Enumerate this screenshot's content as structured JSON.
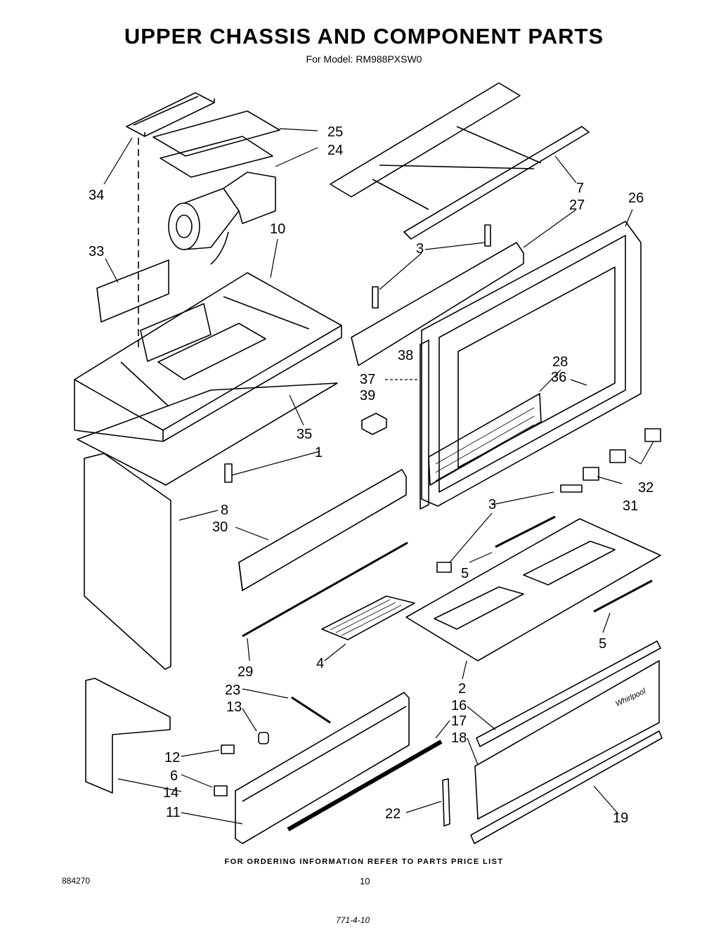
{
  "header": {
    "title": "UPPER CHASSIS AND COMPONENT PARTS",
    "subtitle": "For Model: RM988PXSW0"
  },
  "part_labels": [
    "34",
    "25",
    "24",
    "33",
    "10",
    "7",
    "27",
    "26",
    "3",
    "38",
    "37",
    "39",
    "28",
    "36",
    "35",
    "1",
    "32",
    "31",
    "8",
    "30",
    "3",
    "5",
    "5",
    "29",
    "4",
    "2",
    "23",
    "13",
    "12",
    "6",
    "14",
    "11",
    "16",
    "17",
    "18",
    "22",
    "19"
  ],
  "brand_mark": "Whirlpool",
  "footer": {
    "ordering_note": "FOR ORDERING INFORMATION REFER TO PARTS PRICE LIST",
    "doc_number": "884270",
    "page_number": "10",
    "handwritten_note": "771-4-10"
  }
}
